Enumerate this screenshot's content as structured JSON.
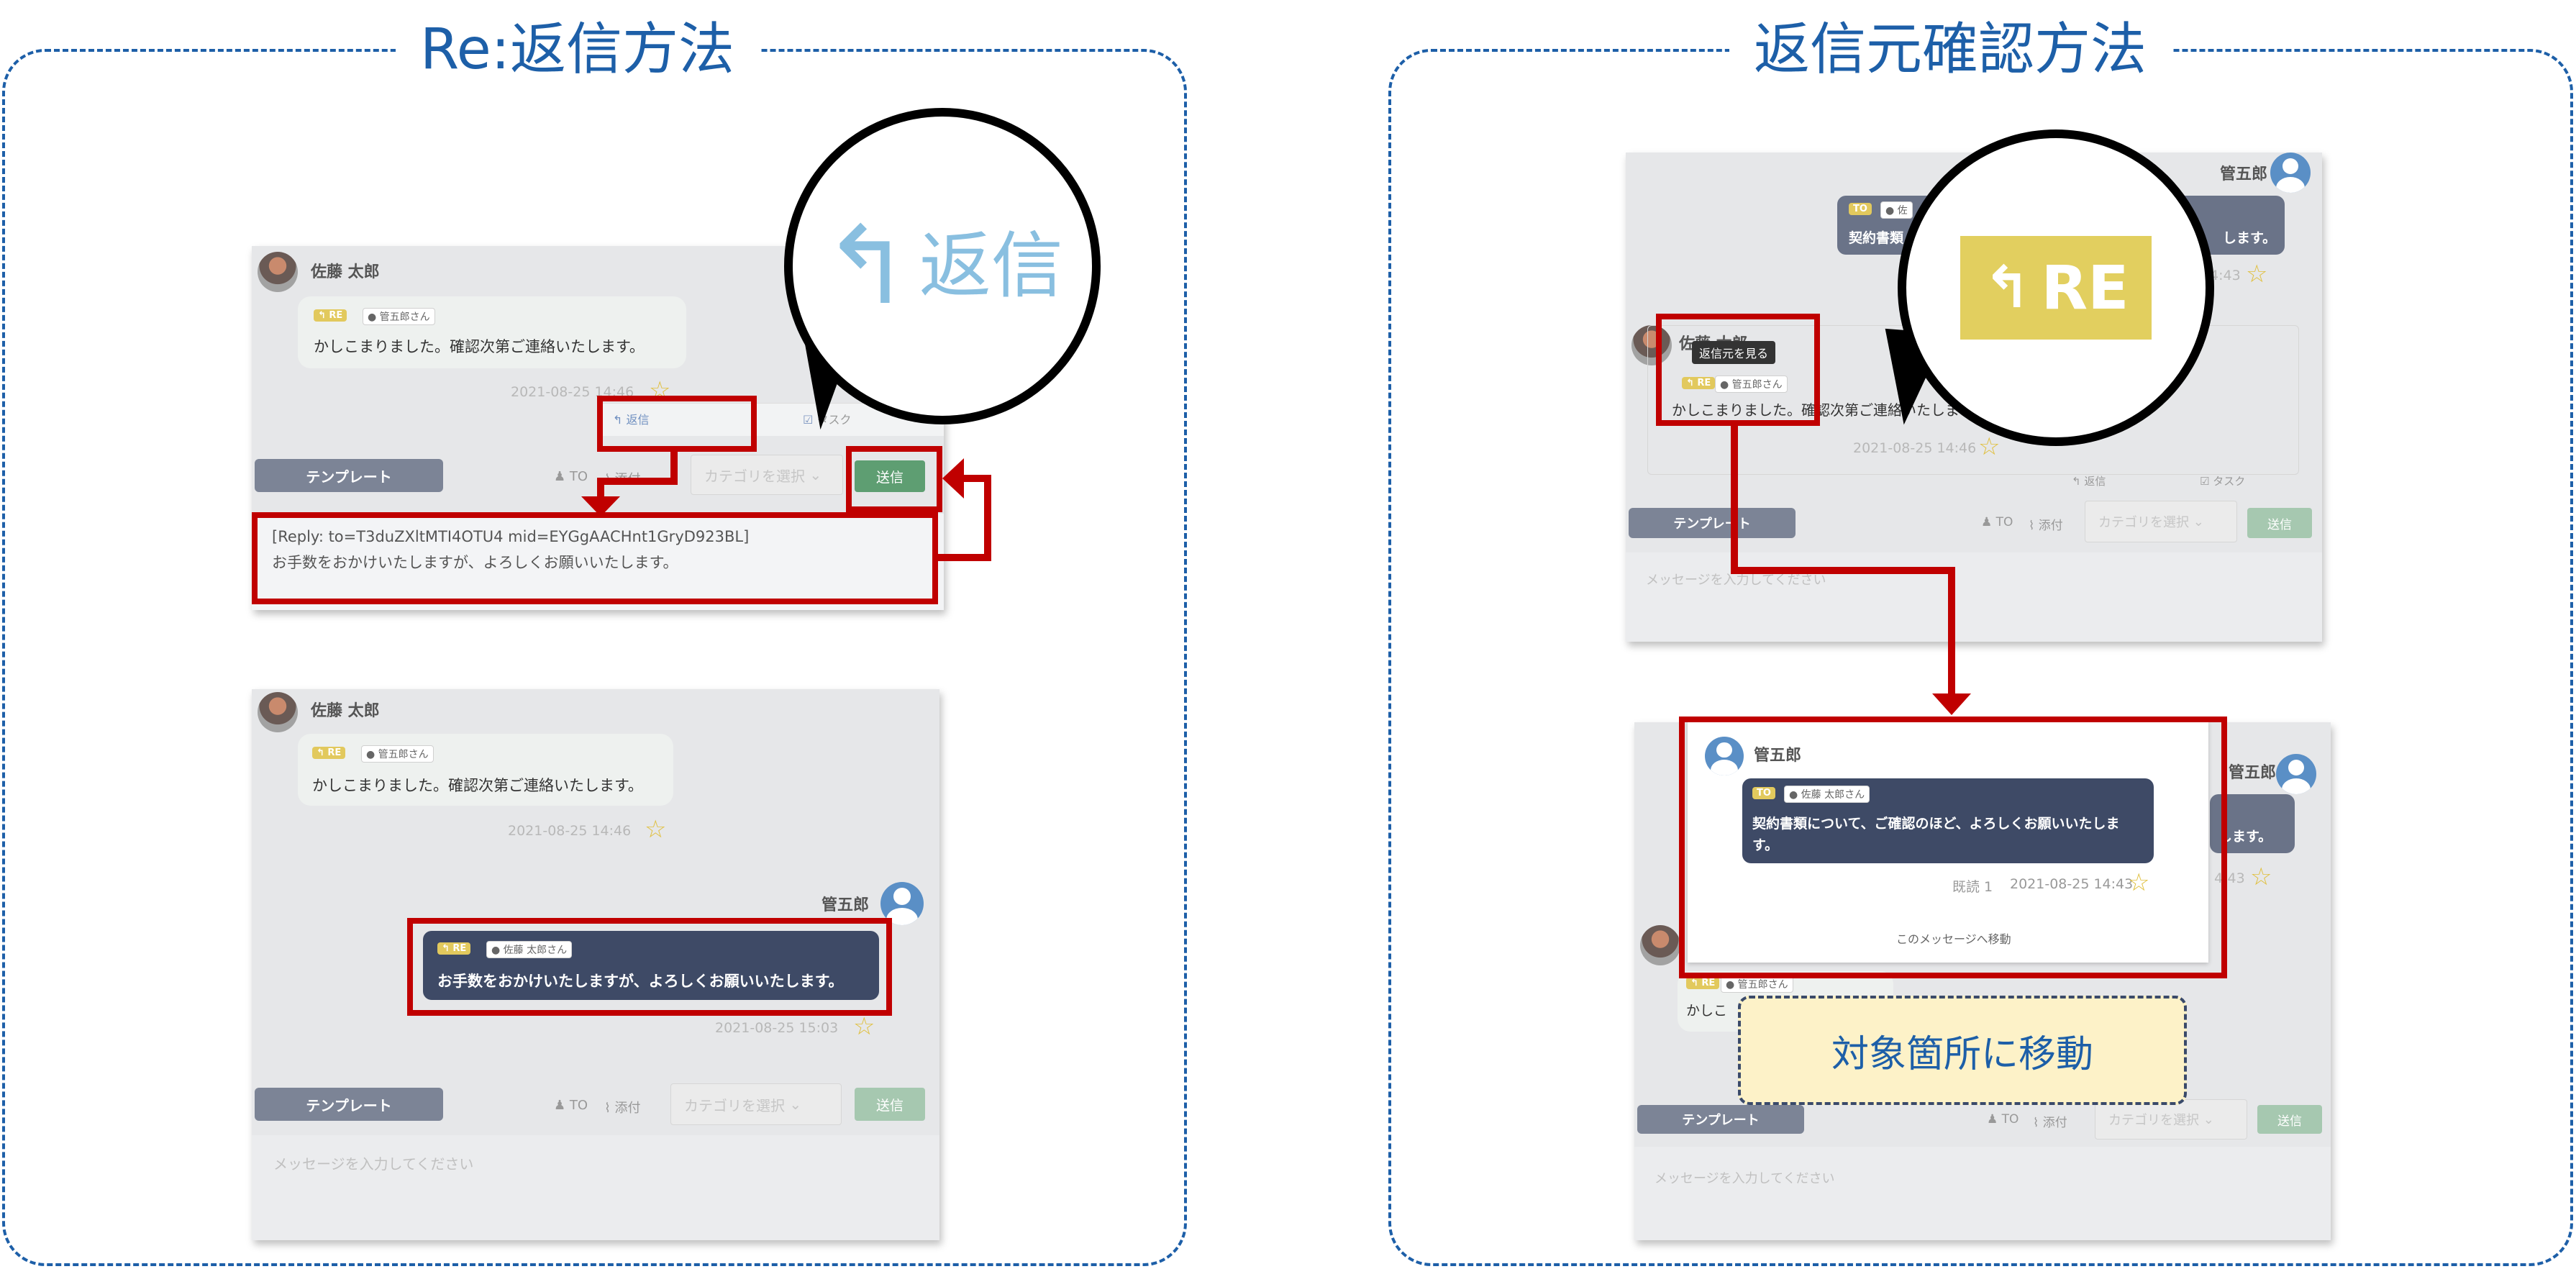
{
  "left": {
    "title": "Re:返信方法",
    "panel1": {
      "sender": "佐藤 太郎",
      "re_tag": "RE",
      "mention": "管五郎さん",
      "message": "かしこまりました。確認次第ご連絡いたします。",
      "time": "2021-08-25 14:46",
      "reply_label": "返信",
      "task_label": "タスク",
      "template_label": "テンプレート",
      "to_label": "TO",
      "attach_label": "添付",
      "category_placeholder": "カテゴリを選択",
      "send_label": "送信",
      "input_line1": "[Reply: to=T3duZXltMTI4OTU4 mid=EYGgAACHnt1GryD923BL]",
      "input_line2": "お手数をおかけいたしますが、よろしくお願いいたします。"
    },
    "callout_text": "返信",
    "panel2": {
      "sender": "佐藤 太郎",
      "re_tag": "RE",
      "mention": "管五郎さん",
      "message": "かしこまりました。確認次第ご連絡いたします。",
      "time": "2021-08-25 14:46",
      "me_name": "管五郎",
      "reply_re_tag": "RE",
      "reply_mention": "佐藤 太郎さん",
      "reply_message": "お手数をおかけいたしますが、よろしくお願いいたします。",
      "reply_time": "2021-08-25 15:03",
      "template_label": "テンプレート",
      "to_label": "TO",
      "attach_label": "添付",
      "category_placeholder": "カテゴリを選択",
      "send_label": "送信",
      "input_placeholder": "メッセージを入力してください"
    }
  },
  "right": {
    "title": "返信元確認方法",
    "panel1": {
      "me_name": "管五郎",
      "to_tag": "TO",
      "mention_partial": "佐",
      "message_partial": "契約書類",
      "message_end": "します。",
      "time_partial": "4:43",
      "sender_partial": "佐藤 太郎",
      "tooltip": "返信元を見る",
      "re_tag": "RE",
      "mention": "管五郎さん",
      "message": "かしこまりました。確認次第ご連絡いたします。",
      "time": "2021-08-25 14:46",
      "reply_label": "返信",
      "task_label": "タスク",
      "template_label": "テンプレート",
      "to_label": "TO",
      "attach_label": "添付",
      "category_placeholder": "カテゴリを選択",
      "send_label": "送信",
      "input_placeholder": "メッセージを入力してください"
    },
    "callout_text": "RE",
    "panel2": {
      "me_name": "管五郎",
      "to_tag": "TO",
      "mention": "佐藤 太郎さん",
      "message_line1": "契約書類について、ご確認のほど、よろしくお願いいたしま",
      "message_line2": "す。",
      "read_label": "既読 1",
      "time": "2021-08-25 14:43",
      "jump_label": "このメッセージへ移動",
      "bg_name": "管五郎",
      "bg_message_end": "します。",
      "bg_time_partial": "4:43",
      "bg_re_tag": "RE",
      "bg_mention": "管五郎さん",
      "bg_message_partial": "かしこ",
      "template_label": "テンプレート",
      "to_label": "TO",
      "attach_label": "添付",
      "category_placeholder": "カテゴリを選択",
      "send_label": "送信",
      "input_placeholder": "メッセージを入力してください"
    },
    "move_label": "対象箇所に移動"
  },
  "colors": {
    "frame": "#1d5fa8",
    "highlight": "#c00000",
    "re_tag": "#e2c95d",
    "send_button": "#5e9e72",
    "dark_bubble": "#3e4a66"
  },
  "icons": [
    "reply-arrow-icon",
    "user-avatar-icon",
    "photo-avatar-icon",
    "star-icon",
    "checkbox-icon",
    "person-icon",
    "paperclip-icon",
    "chevron-down-icon"
  ]
}
